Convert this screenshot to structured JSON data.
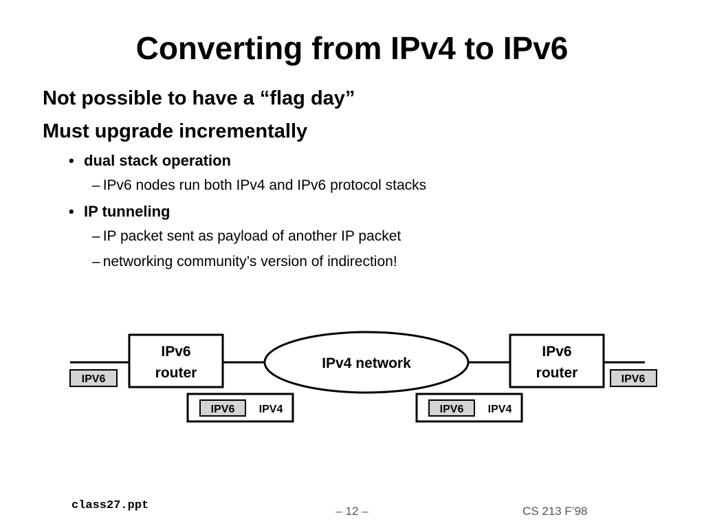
{
  "slide": {
    "title": "Converting from IPv4 to IPv6",
    "points": [
      "Not possible to have a “flag day”",
      "Must upgrade incrementally"
    ],
    "sub_points": [
      {
        "bullet": "•",
        "label": "dual stack operation",
        "details": [
          "IPv6 nodes run both IPv4 and IPv6 protocol stacks"
        ]
      },
      {
        "bullet": "•",
        "label": "IP tunneling",
        "details": [
          "IP packet sent as payload of another IP packet",
          "networking community’s version of indirection!"
        ]
      }
    ],
    "dash": "–"
  },
  "diagram": {
    "left_router": [
      "IPv6",
      "router"
    ],
    "right_router": [
      "IPv6",
      "router"
    ],
    "network_label": "IPv4 network",
    "left_packet": "IPV6",
    "right_packet": "IPV6",
    "tunnel_left": {
      "inner": "IPV6",
      "outer": "IPV4"
    },
    "tunnel_right": {
      "inner": "IPV6",
      "outer": "IPV4"
    },
    "colors": {
      "packet_fill": "#d4d4d4",
      "line": "#000000"
    }
  },
  "footer": {
    "file": "class27.ppt",
    "page": "– 12 –",
    "course": "CS 213 F’98"
  }
}
